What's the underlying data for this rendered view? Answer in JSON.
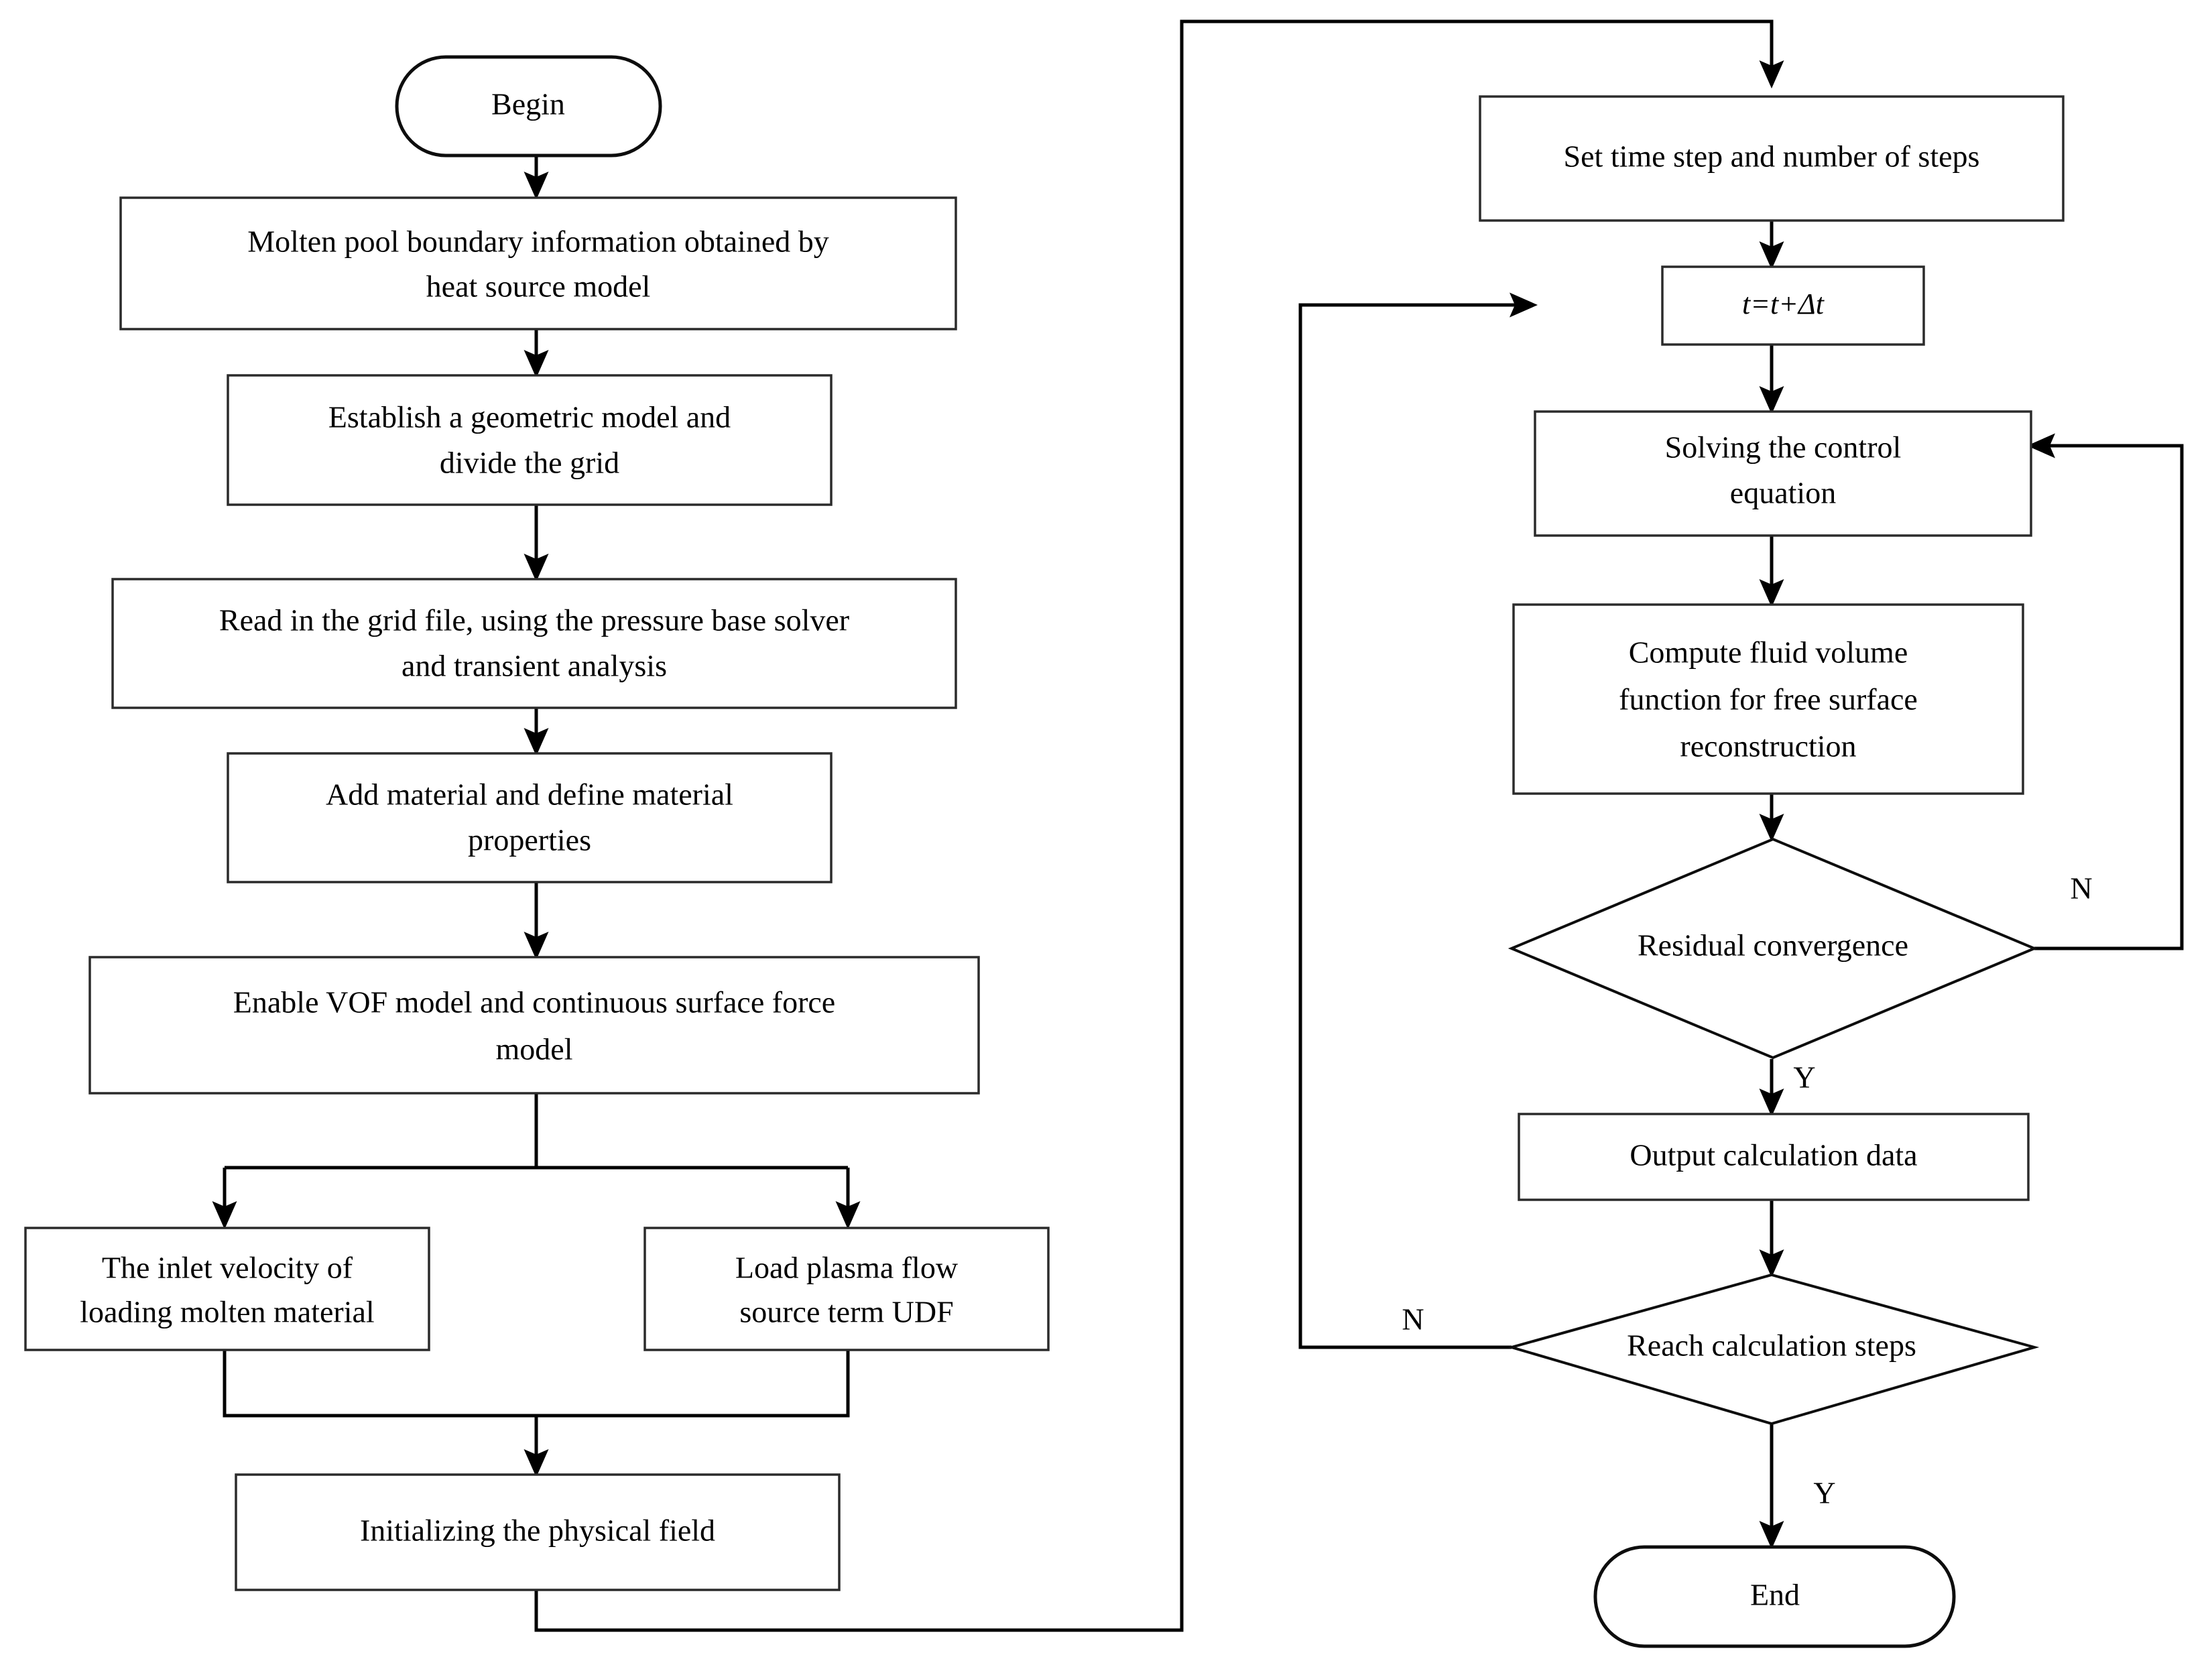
{
  "diagram": {
    "type": "flowchart",
    "title": "CFD molten pool simulation flowchart",
    "orientation": "two-column",
    "background": "#ffffff",
    "line_color": "#000000",
    "text_color": "#000000"
  },
  "nodes": {
    "begin": {
      "label": "Begin",
      "shape": "terminator"
    },
    "molten_pool": {
      "line1": "Molten pool boundary information obtained by",
      "line2": "heat source model",
      "shape": "process"
    },
    "geometry": {
      "line1": "Establish a geometric model and",
      "line2": "divide the grid",
      "shape": "process"
    },
    "read_grid": {
      "line1": "Read in the grid file, using the pressure base solver",
      "line2": "and transient analysis",
      "shape": "process"
    },
    "material": {
      "line1": "Add material and define material",
      "line2": "properties",
      "shape": "process"
    },
    "vof": {
      "line1": "Enable VOF model and continuous surface force",
      "line2": "model",
      "shape": "process"
    },
    "inlet_velocity": {
      "line1": "The inlet velocity of",
      "line2": "loading molten material",
      "shape": "process"
    },
    "plasma_udf": {
      "line1": "Load plasma flow",
      "line2": "source term UDF",
      "shape": "process"
    },
    "initialize": {
      "line1": "Initializing the physical field",
      "shape": "process"
    },
    "time_step": {
      "line1": "Set time step and number of steps",
      "shape": "process"
    },
    "t_increment": {
      "label": "t=t+Δt",
      "shape": "process"
    },
    "solve_control": {
      "line1": "Solving the control",
      "line2": "equation",
      "shape": "process"
    },
    "compute_vof": {
      "line1": "Compute fluid volume",
      "line2": "function for free surface",
      "line3": "reconstruction",
      "shape": "process"
    },
    "residual": {
      "label": "Residual convergence",
      "shape": "decision"
    },
    "output": {
      "label": "Output calculation data",
      "shape": "process"
    },
    "reach_steps": {
      "label": "Reach  calculation steps",
      "shape": "decision"
    },
    "end": {
      "label": "End",
      "shape": "terminator"
    }
  },
  "edge_labels": {
    "residual_no": "N",
    "residual_yes": "Y",
    "reach_no": "N",
    "reach_yes": "Y"
  },
  "edges": [
    {
      "from": "begin",
      "to": "molten_pool"
    },
    {
      "from": "molten_pool",
      "to": "geometry"
    },
    {
      "from": "geometry",
      "to": "read_grid"
    },
    {
      "from": "read_grid",
      "to": "material"
    },
    {
      "from": "material",
      "to": "vof"
    },
    {
      "from": "vof",
      "to": "inlet_velocity"
    },
    {
      "from": "vof",
      "to": "plasma_udf"
    },
    {
      "from": "inlet_velocity",
      "to": "initialize"
    },
    {
      "from": "plasma_udf",
      "to": "initialize"
    },
    {
      "from": "initialize",
      "to": "time_step"
    },
    {
      "from": "time_step",
      "to": "t_increment"
    },
    {
      "from": "t_increment",
      "to": "solve_control"
    },
    {
      "from": "solve_control",
      "to": "compute_vof"
    },
    {
      "from": "compute_vof",
      "to": "residual"
    },
    {
      "from": "residual",
      "to": "solve_control",
      "label": "N"
    },
    {
      "from": "residual",
      "to": "output",
      "label": "Y"
    },
    {
      "from": "output",
      "to": "reach_steps"
    },
    {
      "from": "reach_steps",
      "to": "t_increment",
      "label": "N"
    },
    {
      "from": "reach_steps",
      "to": "end",
      "label": "Y"
    }
  ]
}
